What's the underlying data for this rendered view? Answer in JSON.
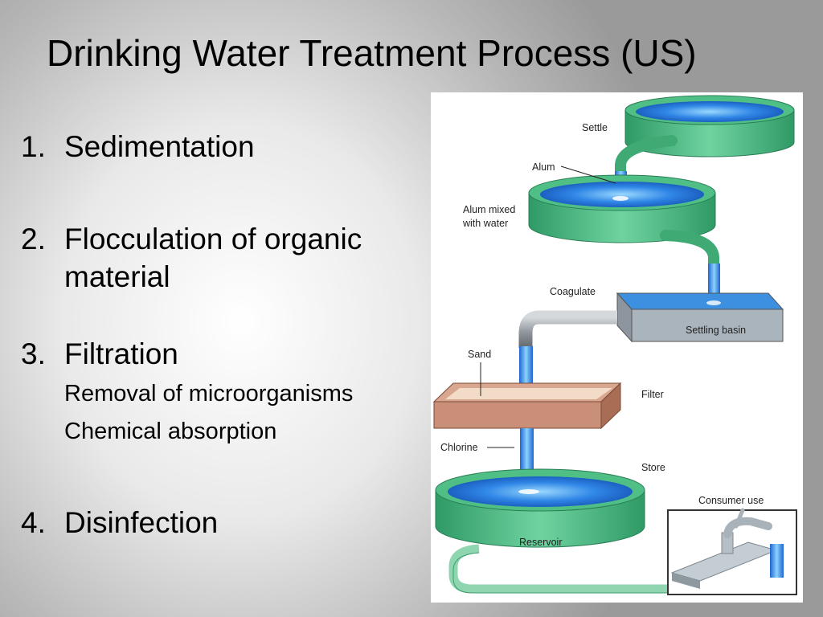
{
  "slide": {
    "title": "Drinking Water Treatment Process (US)",
    "steps": [
      {
        "number": "1.",
        "text": "Sedimentation"
      },
      {
        "number": "2.",
        "text_line1": "Flocculation of organic",
        "text_line2": "material"
      },
      {
        "number": "3.",
        "text": "Filtration",
        "subitems": [
          "Removal of microorganisms",
          "Chemical absorption"
        ]
      },
      {
        "number": "4.",
        "text": "Disinfection"
      }
    ]
  },
  "diagram": {
    "labels": {
      "settle": "Settle",
      "alum": "Alum",
      "alum_mixed_1": "Alum mixed",
      "alum_mixed_2": "with water",
      "coagulate": "Coagulate",
      "settling_basin": "Settling basin",
      "sand": "Sand",
      "filter": "Filter",
      "chlorine": "Chlorine",
      "store": "Store",
      "consumer_use": "Consumer use",
      "reservoir": "Reservoir"
    },
    "colors": {
      "tank_green": "#3fae78",
      "water_blue": "#1f6fd6",
      "basin_gray": "#aab4bc",
      "filter_brown": "#c98f78"
    }
  }
}
